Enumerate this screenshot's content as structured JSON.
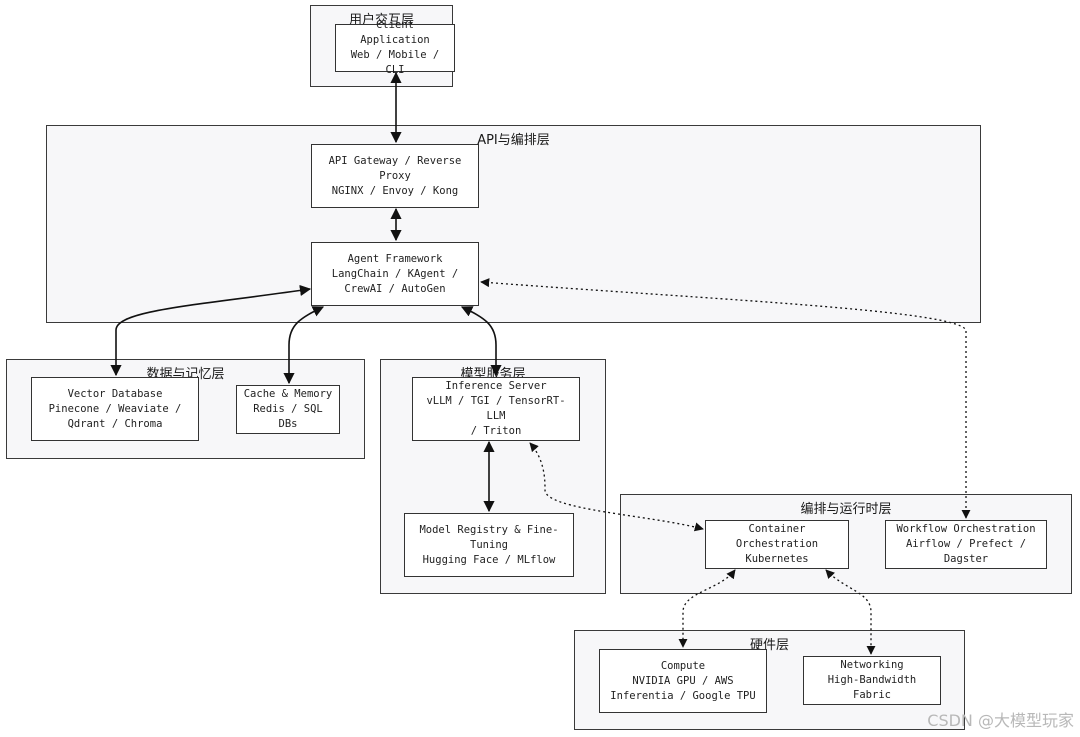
{
  "layers": {
    "user": "用户交互层",
    "api": "API与编排层",
    "data": "数据与记忆层",
    "model": "模型服务层",
    "orch": "编排与运行时层",
    "hw": "硬件层"
  },
  "nodes": {
    "client": [
      "Client Application",
      "Web / Mobile / CLI"
    ],
    "gateway": [
      "API Gateway / Reverse",
      "Proxy",
      "NGINX / Envoy / Kong"
    ],
    "agent": [
      "Agent Framework",
      "LangChain / KAgent /",
      "CrewAI / AutoGen"
    ],
    "vectordb": [
      "Vector Database",
      "Pinecone / Weaviate /",
      "Qdrant / Chroma"
    ],
    "cache": [
      "Cache & Memory",
      "Redis / SQL DBs"
    ],
    "inference": [
      "Inference Server",
      "vLLM / TGI / TensorRT-LLM",
      "/ Triton"
    ],
    "registry": [
      "Model Registry & Fine-",
      "Tuning",
      "Hugging Face / MLflow"
    ],
    "container": [
      "Container Orchestration",
      "Kubernetes"
    ],
    "workflow": [
      "Workflow Orchestration",
      "Airflow / Prefect / Dagster"
    ],
    "compute": [
      "Compute",
      "NVIDIA GPU / AWS",
      "Inferentia / Google TPU"
    ],
    "network": [
      "Networking",
      "High-Bandwidth Fabric"
    ]
  },
  "edges": [
    {
      "from": "client",
      "to": "gateway",
      "style": "solid"
    },
    {
      "from": "gateway",
      "to": "agent",
      "style": "solid"
    },
    {
      "from": "agent",
      "to": "vectordb",
      "style": "solid"
    },
    {
      "from": "agent",
      "to": "cache",
      "style": "solid"
    },
    {
      "from": "agent",
      "to": "inference",
      "style": "solid"
    },
    {
      "from": "agent",
      "to": "workflow",
      "style": "dotted"
    },
    {
      "from": "inference",
      "to": "registry",
      "style": "solid"
    },
    {
      "from": "inference",
      "to": "container",
      "style": "dotted"
    },
    {
      "from": "container",
      "to": "compute",
      "style": "dotted"
    },
    {
      "from": "container",
      "to": "network",
      "style": "dotted"
    }
  ],
  "watermark": "CSDN @大模型玩家"
}
